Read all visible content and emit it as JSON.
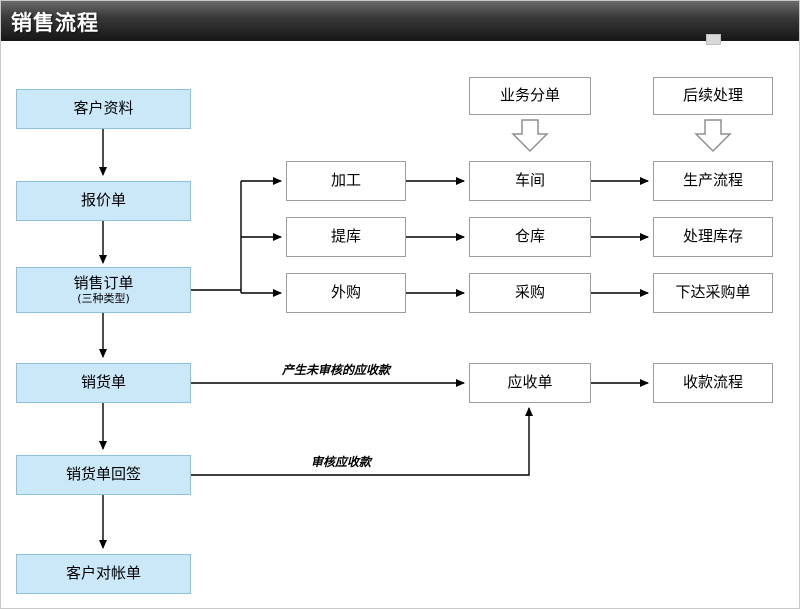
{
  "header": {
    "title": "销售流程"
  },
  "flow": {
    "left_column": [
      {
        "label": "客户资料"
      },
      {
        "label": "报价单"
      },
      {
        "label": "销售订单",
        "sublabel": "(三种类型)"
      },
      {
        "label": "销货单"
      },
      {
        "label": "销货单回签"
      },
      {
        "label": "客户对帐单"
      }
    ],
    "branch_column": [
      {
        "label": "加工"
      },
      {
        "label": "提库"
      },
      {
        "label": "外购"
      }
    ],
    "dept_header": "业务分单",
    "dept_column": [
      {
        "label": "车间"
      },
      {
        "label": "仓库"
      },
      {
        "label": "采购"
      }
    ],
    "receivable_box": "应收单",
    "followup_header": "后续处理",
    "followup_column": [
      {
        "label": "生产流程"
      },
      {
        "label": "处理库存"
      },
      {
        "label": "下达采购单"
      }
    ],
    "collection_box": "收款流程",
    "edge_labels": {
      "create_receivable": "产生未审核的应收款",
      "audit_receivable": "审核应收款"
    }
  },
  "colors": {
    "header_bg": "#2e2e2e",
    "blue_box_fill": "#cbe8f9",
    "blue_box_border": "#8cc1e0",
    "white_box_border": "#9d9d9d",
    "arrow": "#000000"
  }
}
